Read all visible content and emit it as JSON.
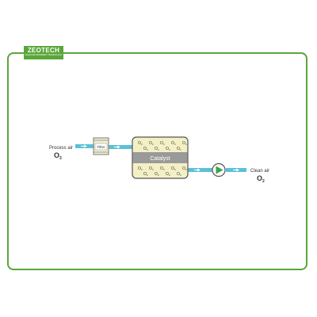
{
  "brand": {
    "name": "ZEOTECH",
    "tagline": "CLEAN ENVIRONMENT TECHNOLOGY",
    "color": "#5aa63a"
  },
  "diagram": {
    "inlet_label": "Process air",
    "inlet_formula_base": "O",
    "inlet_formula_sub": "3",
    "filter_label": "Filter",
    "catalyst_label": "Catalyst",
    "molecule_base": "O",
    "molecule_sub": "3",
    "outlet_label": "Clean air",
    "outlet_formula_base": "O",
    "outlet_formula_sub": "2",
    "pump_icon": "pump-triangle-icon",
    "colors": {
      "pipe": "#5bc0d8",
      "catalyst_bed": "#f4f0c6",
      "catalyst_band": "#9a9a9a",
      "pump": "#3aa34a",
      "filter": "#f2eed0"
    }
  }
}
